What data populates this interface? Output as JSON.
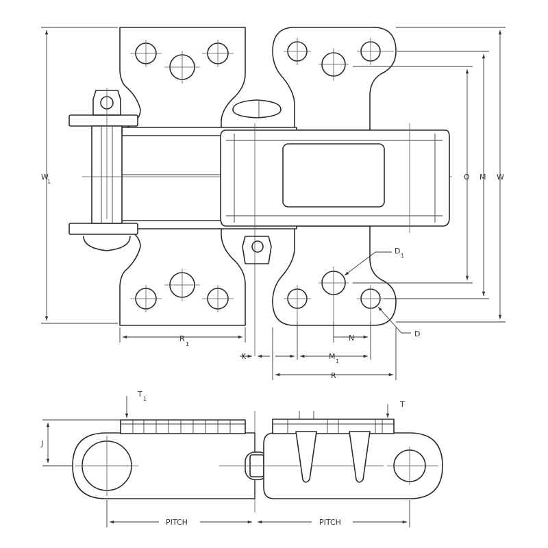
{
  "labels": {
    "W1": "W",
    "W1_sub": "1",
    "O": "O",
    "M": "M",
    "W": "W",
    "D1": "D",
    "D1_sub": "1",
    "D": "D",
    "N": "N",
    "R1": "R",
    "R1_sub": "1",
    "K": "K",
    "M1": "M",
    "M1_sub": "1",
    "R": "R",
    "T1": "T",
    "T1_sub": "1",
    "T": "T",
    "J": "J",
    "pitch_left": "PITCH",
    "pitch_right": "PITCH"
  }
}
